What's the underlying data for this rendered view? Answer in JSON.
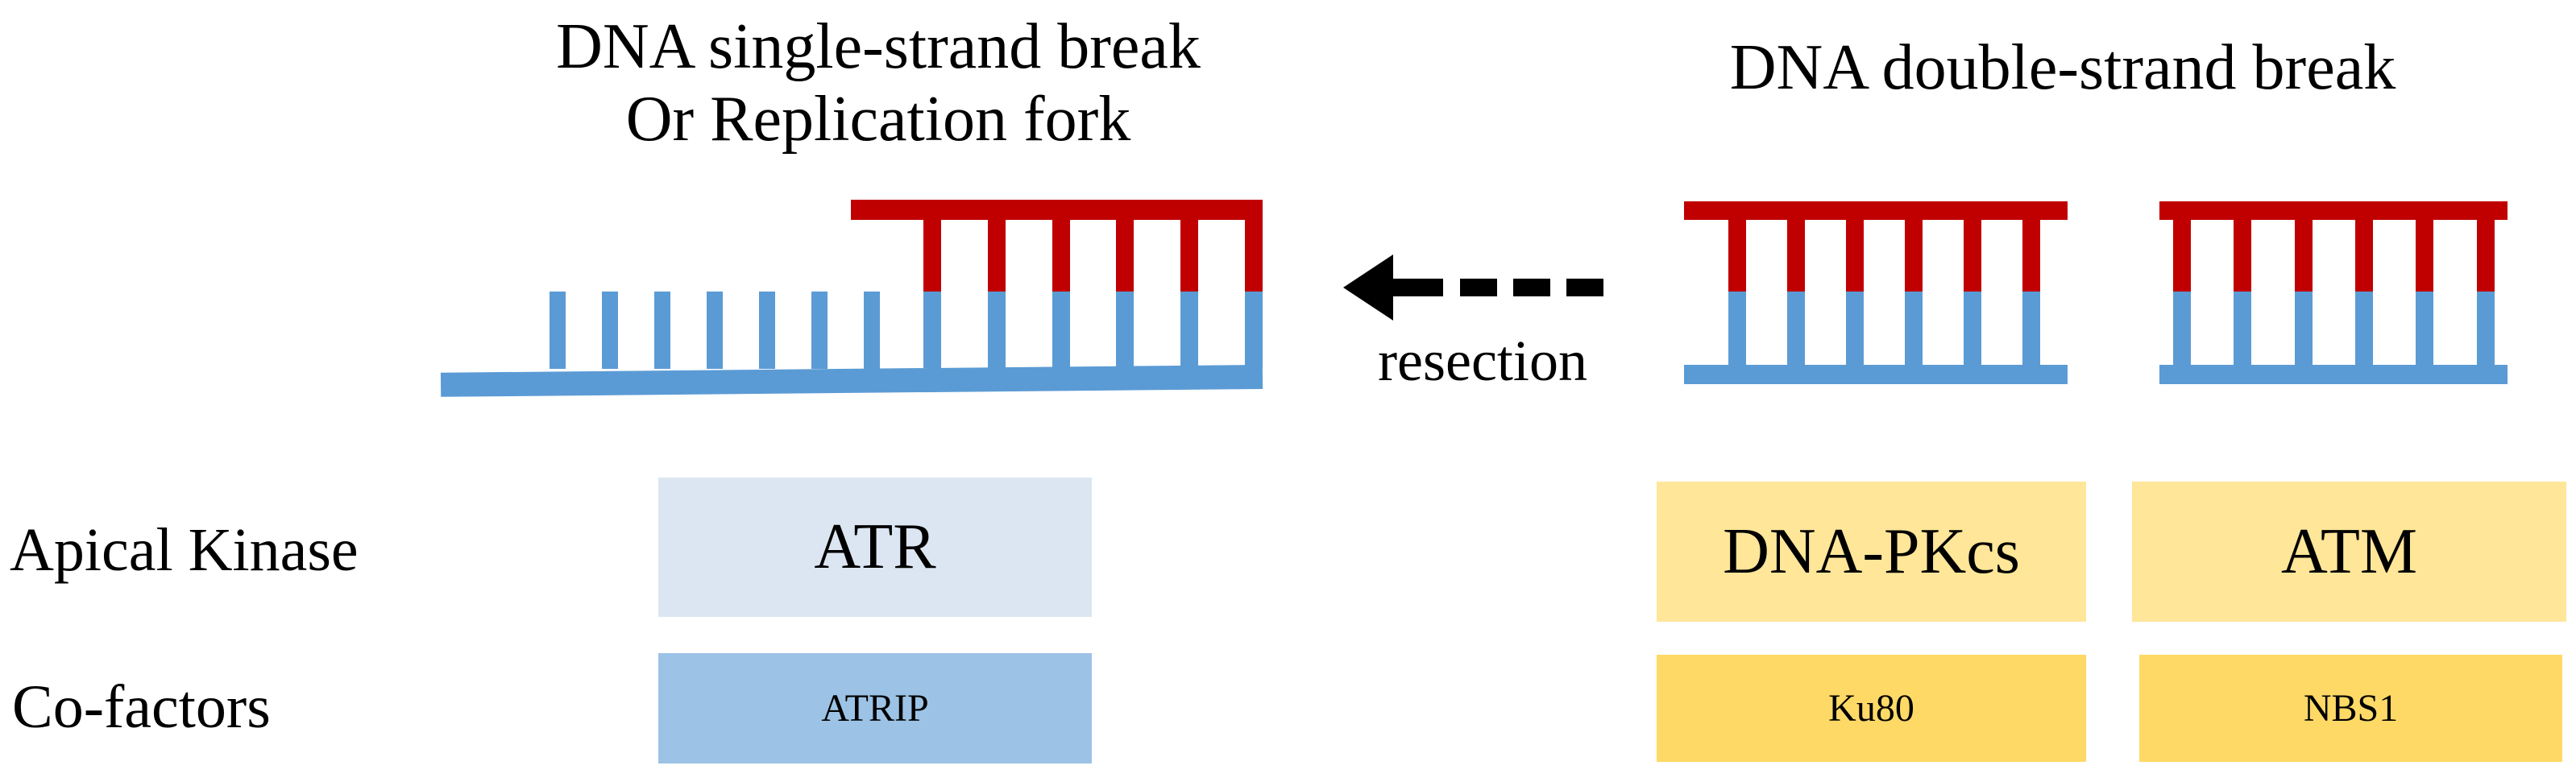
{
  "diagram": {
    "left_title": {
      "line1": "DNA single-strand break",
      "line2": "Or Replication fork"
    },
    "right_title": "DNA double-strand break",
    "arrow_label": "resection",
    "row_labels": {
      "apical_kinase": "Apical Kinase",
      "cofactors": "Co-factors"
    },
    "boxes": {
      "atr": "ATR",
      "atrip": "ATRIP",
      "dna_pkcs": "DNA-PKcs",
      "ku80": "Ku80",
      "atm": "ATM",
      "nbs1": "NBS1"
    },
    "colors": {
      "strand_blue": "#5B9BD5",
      "strand_red": "#C00000",
      "atr_fill": "#DCE6F2",
      "atrip_fill": "#9CC3E6",
      "kinase_yellow_fill": "#FFE699",
      "cofactor_gold_fill": "#FFD966",
      "arrow_black": "#000000",
      "text_black": "#000000"
    },
    "dna": {
      "ssb_fork_structure": {
        "unpaired_teeth": 7,
        "paired_rungs": 6
      },
      "dsb_fragment_1": {
        "paired_rungs": 6
      },
      "dsb_fragment_2": {
        "paired_rungs": 6
      }
    }
  }
}
